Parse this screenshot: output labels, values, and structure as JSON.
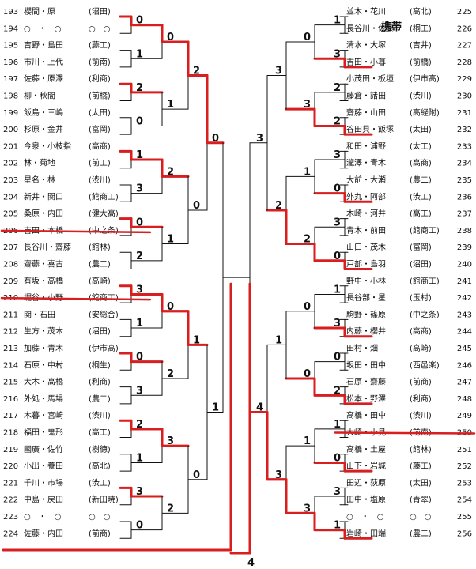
{
  "left_entries": [
    {
      "num": "193",
      "pair": "櫻間・原",
      "school": "(沼田)"
    },
    {
      "num": "194",
      "pair": "○　・　○",
      "school": "○　○"
    },
    {
      "num": "195",
      "pair": "吉野・島田",
      "school": "(藤工)"
    },
    {
      "num": "196",
      "pair": "市川・上代",
      "school": "(前南)"
    },
    {
      "num": "197",
      "pair": "佐藤・原澤",
      "school": "(利商)"
    },
    {
      "num": "198",
      "pair": "柳・秋間",
      "school": "(前橋)"
    },
    {
      "num": "199",
      "pair": "飯島・三嶋",
      "school": "(太田)"
    },
    {
      "num": "200",
      "pair": "杉原・金井",
      "school": "(富岡)"
    },
    {
      "num": "201",
      "pair": "今泉・小枝指",
      "school": "(高商)"
    },
    {
      "num": "202",
      "pair": "林・菊地",
      "school": "(前工)"
    },
    {
      "num": "203",
      "pair": "星名・林",
      "school": "(渋川)"
    },
    {
      "num": "204",
      "pair": "新井・関口",
      "school": "(館商工)"
    },
    {
      "num": "205",
      "pair": "桑原・内田",
      "school": "(健大高)"
    },
    {
      "num": "206",
      "pair": "吉田・本橋",
      "school": "(中之条)"
    },
    {
      "num": "207",
      "pair": "長谷川・齋藤",
      "school": "(館林)"
    },
    {
      "num": "208",
      "pair": "齋藤・喜古",
      "school": "(農二)"
    },
    {
      "num": "209",
      "pair": "有坂・高橋",
      "school": "(高崎)"
    },
    {
      "num": "210",
      "pair": "堀谷・小野",
      "school": "(館商工)"
    },
    {
      "num": "211",
      "pair": "関・石田",
      "school": "(安総合)"
    },
    {
      "num": "212",
      "pair": "生方・茂木",
      "school": "(沼田)"
    },
    {
      "num": "213",
      "pair": "加藤・青木",
      "school": "(伊市高)"
    },
    {
      "num": "214",
      "pair": "石原・中村",
      "school": "(桐生)"
    },
    {
      "num": "215",
      "pair": "大木・高橋",
      "school": "(利商)"
    },
    {
      "num": "216",
      "pair": "外処・馬場",
      "school": "(農二)"
    },
    {
      "num": "217",
      "pair": "木暮・宮崎",
      "school": "(渋川)"
    },
    {
      "num": "218",
      "pair": "福田・鬼形",
      "school": "(高工)"
    },
    {
      "num": "219",
      "pair": "國廣・佐竹",
      "school": "(樹徳)"
    },
    {
      "num": "220",
      "pair": "小出・養田",
      "school": "(高北)"
    },
    {
      "num": "221",
      "pair": "千川・市場",
      "school": "(渋工)"
    },
    {
      "num": "222",
      "pair": "中島・戻田",
      "school": "(新田暁)"
    },
    {
      "num": "223",
      "pair": "○　・　○",
      "school": "○　○"
    },
    {
      "num": "224",
      "pair": "佐藤・内田",
      "school": "(前商)"
    }
  ],
  "right_entries": [
    {
      "num": "225",
      "pair": "並木・花川",
      "school": "(高北)"
    },
    {
      "num": "226",
      "pair": "長谷川・佐藤",
      "school": "(桐工)"
    },
    {
      "num": "227",
      "pair": "清水・大塚",
      "school": "(吉井)"
    },
    {
      "num": "228",
      "pair": "吉田・小暮",
      "school": "(前橋)"
    },
    {
      "num": "229",
      "pair": "小茂田・板垣",
      "school": "(伊市高)"
    },
    {
      "num": "230",
      "pair": "藤倉・諸田",
      "school": "(渋川)"
    },
    {
      "num": "231",
      "pair": "齋藤・山田",
      "school": "(高経附)"
    },
    {
      "num": "232",
      "pair": "谷田貝・飯塚",
      "school": "(太田)"
    },
    {
      "num": "233",
      "pair": "和田・浦野",
      "school": "(太工)"
    },
    {
      "num": "234",
      "pair": "瀧澤・青木",
      "school": "(高商)"
    },
    {
      "num": "235",
      "pair": "大前・大瀬",
      "school": "(農二)"
    },
    {
      "num": "236",
      "pair": "外丸・阿部",
      "school": "(渋工)"
    },
    {
      "num": "237",
      "pair": "木崎・河井",
      "school": "(高工)"
    },
    {
      "num": "238",
      "pair": "青木・前田",
      "school": "(館商工)"
    },
    {
      "num": "239",
      "pair": "山口・茂木",
      "school": "(富岡)"
    },
    {
      "num": "240",
      "pair": "戸部・島羽",
      "school": "(沼田)"
    },
    {
      "num": "241",
      "pair": "野中・小林",
      "school": "(館商工)"
    },
    {
      "num": "242",
      "pair": "長谷部・星",
      "school": "(玉村)"
    },
    {
      "num": "243",
      "pair": "駒野・篠原",
      "school": "(中之条)"
    },
    {
      "num": "244",
      "pair": "内藤・櫻井",
      "school": "(高商)"
    },
    {
      "num": "245",
      "pair": "田村・畑",
      "school": "(高崎)"
    },
    {
      "num": "246",
      "pair": "坂田・田中",
      "school": "(西邑楽)"
    },
    {
      "num": "247",
      "pair": "石原・齋藤",
      "school": "(前商)"
    },
    {
      "num": "248",
      "pair": "松本・野澤",
      "school": "(利商)"
    },
    {
      "num": "249",
      "pair": "高橋・田中",
      "school": "(渋川)"
    },
    {
      "num": "250",
      "pair": "大崎・小見",
      "school": "(前南)"
    },
    {
      "num": "251",
      "pair": "高橋・土屋",
      "school": "(館林)"
    },
    {
      "num": "252",
      "pair": "山下・岩城",
      "school": "(藤工)"
    },
    {
      "num": "253",
      "pair": "田辺・荻原",
      "school": "(太田)"
    },
    {
      "num": "254",
      "pair": "田中・塩原",
      "school": "(青翠)"
    },
    {
      "num": "255",
      "pair": "○　・　○",
      "school": "○　○"
    },
    {
      "num": "256",
      "pair": "岩崎・田端",
      "school": "(農二)"
    }
  ],
  "annotations": {
    "top_right_note": "携帯",
    "colors": {
      "ink": "#111111",
      "pen": "#d81e1e"
    },
    "scores": [
      {
        "side": "left",
        "round": 1,
        "slot": 0,
        "value": "0"
      },
      {
        "side": "left",
        "round": 1,
        "slot": 1,
        "value": "1"
      },
      {
        "side": "left",
        "round": 1,
        "slot": 2,
        "value": "2"
      },
      {
        "side": "left",
        "round": 1,
        "slot": 3,
        "value": "0"
      },
      {
        "side": "left",
        "round": 1,
        "slot": 4,
        "value": "1"
      },
      {
        "side": "left",
        "round": 1,
        "slot": 5,
        "value": "3"
      },
      {
        "side": "left",
        "round": 1,
        "slot": 6,
        "value": "0"
      },
      {
        "side": "left",
        "round": 1,
        "slot": 7,
        "value": "2"
      },
      {
        "side": "left",
        "round": 1,
        "slot": 8,
        "value": "3"
      },
      {
        "side": "left",
        "round": 1,
        "slot": 9,
        "value": "1"
      },
      {
        "side": "left",
        "round": 1,
        "slot": 10,
        "value": "0"
      },
      {
        "side": "left",
        "round": 1,
        "slot": 11,
        "value": "3"
      },
      {
        "side": "left",
        "round": 1,
        "slot": 12,
        "value": "2"
      },
      {
        "side": "left",
        "round": 1,
        "slot": 13,
        "value": "1"
      },
      {
        "side": "left",
        "round": 1,
        "slot": 14,
        "value": "3"
      },
      {
        "side": "left",
        "round": 1,
        "slot": 15,
        "value": "0"
      },
      {
        "side": "left",
        "round": 2,
        "slot": 0,
        "value": "0"
      },
      {
        "side": "left",
        "round": 2,
        "slot": 1,
        "value": "1"
      },
      {
        "side": "left",
        "round": 2,
        "slot": 2,
        "value": "2"
      },
      {
        "side": "left",
        "round": 2,
        "slot": 3,
        "value": "1"
      },
      {
        "side": "left",
        "round": 2,
        "slot": 4,
        "value": "0"
      },
      {
        "side": "left",
        "round": 2,
        "slot": 5,
        "value": "2"
      },
      {
        "side": "left",
        "round": 2,
        "slot": 6,
        "value": "3"
      },
      {
        "side": "left",
        "round": 2,
        "slot": 7,
        "value": "2"
      },
      {
        "side": "left",
        "round": 3,
        "slot": 0,
        "value": "2"
      },
      {
        "side": "left",
        "round": 3,
        "slot": 1,
        "value": "0"
      },
      {
        "side": "left",
        "round": 3,
        "slot": 2,
        "value": "1"
      },
      {
        "side": "left",
        "round": 3,
        "slot": 3,
        "value": "0"
      },
      {
        "side": "left",
        "round": 4,
        "slot": 0,
        "value": "0"
      },
      {
        "side": "left",
        "round": 4,
        "slot": 1,
        "value": "1"
      },
      {
        "side": "right",
        "round": 1,
        "slot": 0,
        "value": "1"
      },
      {
        "side": "right",
        "round": 1,
        "slot": 1,
        "value": "3"
      },
      {
        "side": "right",
        "round": 1,
        "slot": 2,
        "value": "2"
      },
      {
        "side": "right",
        "round": 1,
        "slot": 3,
        "value": "2"
      },
      {
        "side": "right",
        "round": 1,
        "slot": 4,
        "value": "3"
      },
      {
        "side": "right",
        "round": 1,
        "slot": 5,
        "value": "0"
      },
      {
        "side": "right",
        "round": 1,
        "slot": 6,
        "value": "3"
      },
      {
        "side": "right",
        "round": 1,
        "slot": 7,
        "value": "0"
      },
      {
        "side": "right",
        "round": 1,
        "slot": 8,
        "value": "1"
      },
      {
        "side": "right",
        "round": 1,
        "slot": 9,
        "value": "3"
      },
      {
        "side": "right",
        "round": 1,
        "slot": 10,
        "value": "0"
      },
      {
        "side": "right",
        "round": 1,
        "slot": 11,
        "value": "2"
      },
      {
        "side": "right",
        "round": 1,
        "slot": 12,
        "value": "1"
      },
      {
        "side": "right",
        "round": 1,
        "slot": 13,
        "value": "0"
      },
      {
        "side": "right",
        "round": 1,
        "slot": 14,
        "value": "3"
      },
      {
        "side": "right",
        "round": 1,
        "slot": 15,
        "value": "1"
      },
      {
        "side": "right",
        "round": 2,
        "slot": 0,
        "value": "0"
      },
      {
        "side": "right",
        "round": 2,
        "slot": 1,
        "value": "3"
      },
      {
        "side": "right",
        "round": 2,
        "slot": 2,
        "value": "1"
      },
      {
        "side": "right",
        "round": 2,
        "slot": 3,
        "value": "2"
      },
      {
        "side": "right",
        "round": 2,
        "slot": 4,
        "value": "0"
      },
      {
        "side": "right",
        "round": 2,
        "slot": 5,
        "value": "0"
      },
      {
        "side": "right",
        "round": 2,
        "slot": 6,
        "value": "1"
      },
      {
        "side": "right",
        "round": 2,
        "slot": 7,
        "value": "3"
      },
      {
        "side": "right",
        "round": 3,
        "slot": 0,
        "value": "3"
      },
      {
        "side": "right",
        "round": 3,
        "slot": 1,
        "value": "2"
      },
      {
        "side": "right",
        "round": 3,
        "slot": 2,
        "value": "1"
      },
      {
        "side": "right",
        "round": 3,
        "slot": 3,
        "value": "3"
      },
      {
        "side": "right",
        "round": 4,
        "slot": 0,
        "value": "3"
      },
      {
        "side": "right",
        "round": 4,
        "slot": 1,
        "value": "4"
      }
    ],
    "final_note": "4"
  }
}
